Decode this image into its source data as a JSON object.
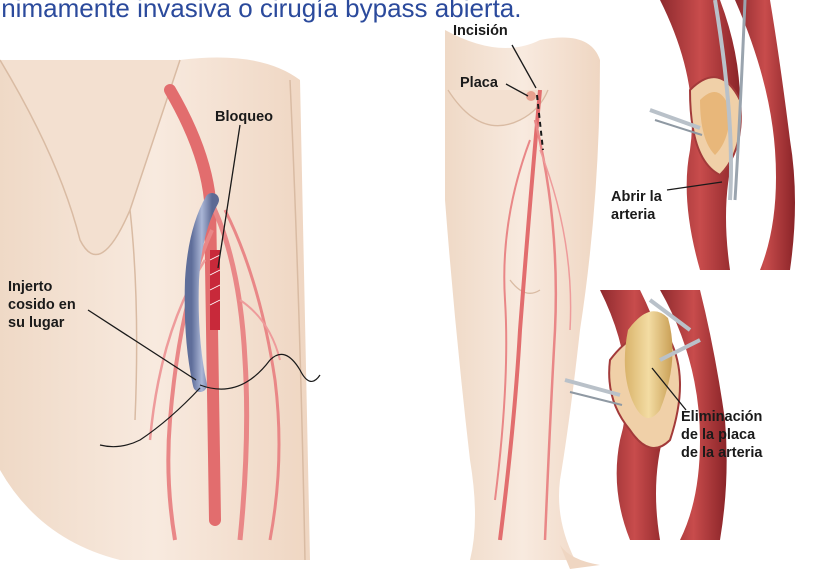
{
  "header": {
    "text": "ínimamente invasiva o cirugía bypass abierta."
  },
  "labels": {
    "bloqueo": "Bloqueo",
    "injerto": "Injerto\ncosido en\nsu lugar",
    "incision": "Incisión",
    "placa": "Placa",
    "abrir": "Abrir la\narteria",
    "eliminacion": "Eliminación\nde la placa\nde la arteria"
  }
}
